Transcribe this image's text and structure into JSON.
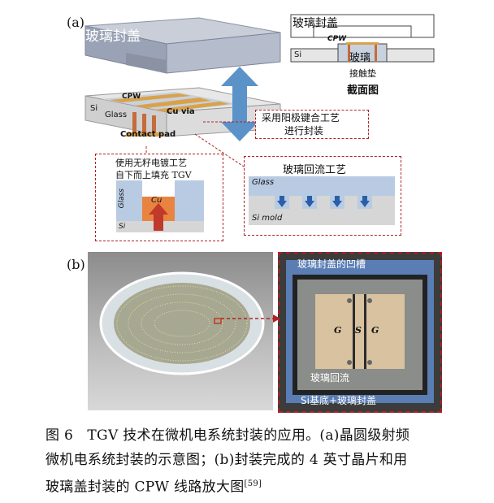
{
  "panel_a": {
    "label": "(a)",
    "cap_label": "玻璃封盖",
    "si": "Si",
    "cpw": "CPW",
    "glass": "Glass",
    "cu_via": "Cu via",
    "contact_pad": "Contact pad",
    "anodic_bond": [
      "采用阳极键合工艺",
      "进行封装"
    ],
    "section": {
      "title": "玻璃封盖",
      "cpw": "CPW",
      "si": "Si",
      "glass": "玻璃",
      "pad": "接触垫",
      "caption": "截面图"
    },
    "electroplate": {
      "text": [
        "使用无籽电镀工艺",
        "自下而上填充 TGV"
      ],
      "glass": "Glass",
      "cu": "Cu",
      "si": "Si"
    },
    "reflow": {
      "title": "玻璃回流工艺",
      "glass": "Glass",
      "si_mold": "Si mold"
    }
  },
  "panel_b": {
    "label": "(b)",
    "groove": "玻璃封盖的凹槽",
    "g_left": "G",
    "s": "S",
    "g_right": "G",
    "reflow": "玻璃回流",
    "substrate": "Si基底+玻璃封盖"
  },
  "caption": {
    "line1": "图 6　TGV 技术在微机电系统封装的应用。(a)晶圆级射频",
    "line2": "微机电系统封装的示意图；(b)封装完成的 4 英寸晶片和用",
    "line3_text": "玻璃盖封装的 CPW 线路放大图",
    "ref": "[59]"
  }
}
